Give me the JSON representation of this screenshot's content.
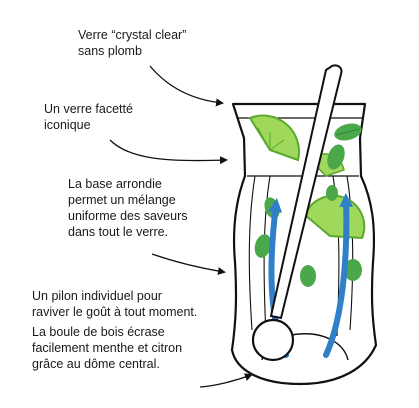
{
  "annotations": [
    {
      "id": "crystal",
      "lines": [
        "Verre “crystal clear”",
        "sans plomb"
      ]
    },
    {
      "id": "facet",
      "lines": [
        "Un verre facetté",
        "iconique"
      ]
    },
    {
      "id": "base",
      "lines": [
        "La base arrondie",
        "permet un mélange",
        "uniforme des saveurs",
        "dans tout le verre."
      ]
    },
    {
      "id": "pestle",
      "lines": [
        "Un pilon individuel pour",
        "raviver le goût à tout moment."
      ]
    },
    {
      "id": "ball",
      "lines": [
        "La boule de bois écrase",
        "facilement menthe et citron",
        "grâce au dôme central."
      ]
    }
  ],
  "colors": {
    "outline": "#111111",
    "lime": "#9fd85a",
    "lime_dark": "#5aa82e",
    "mint": "#4aa84a",
    "arrow_blue": "#2f7fc9",
    "text": "#1a1a1a"
  }
}
